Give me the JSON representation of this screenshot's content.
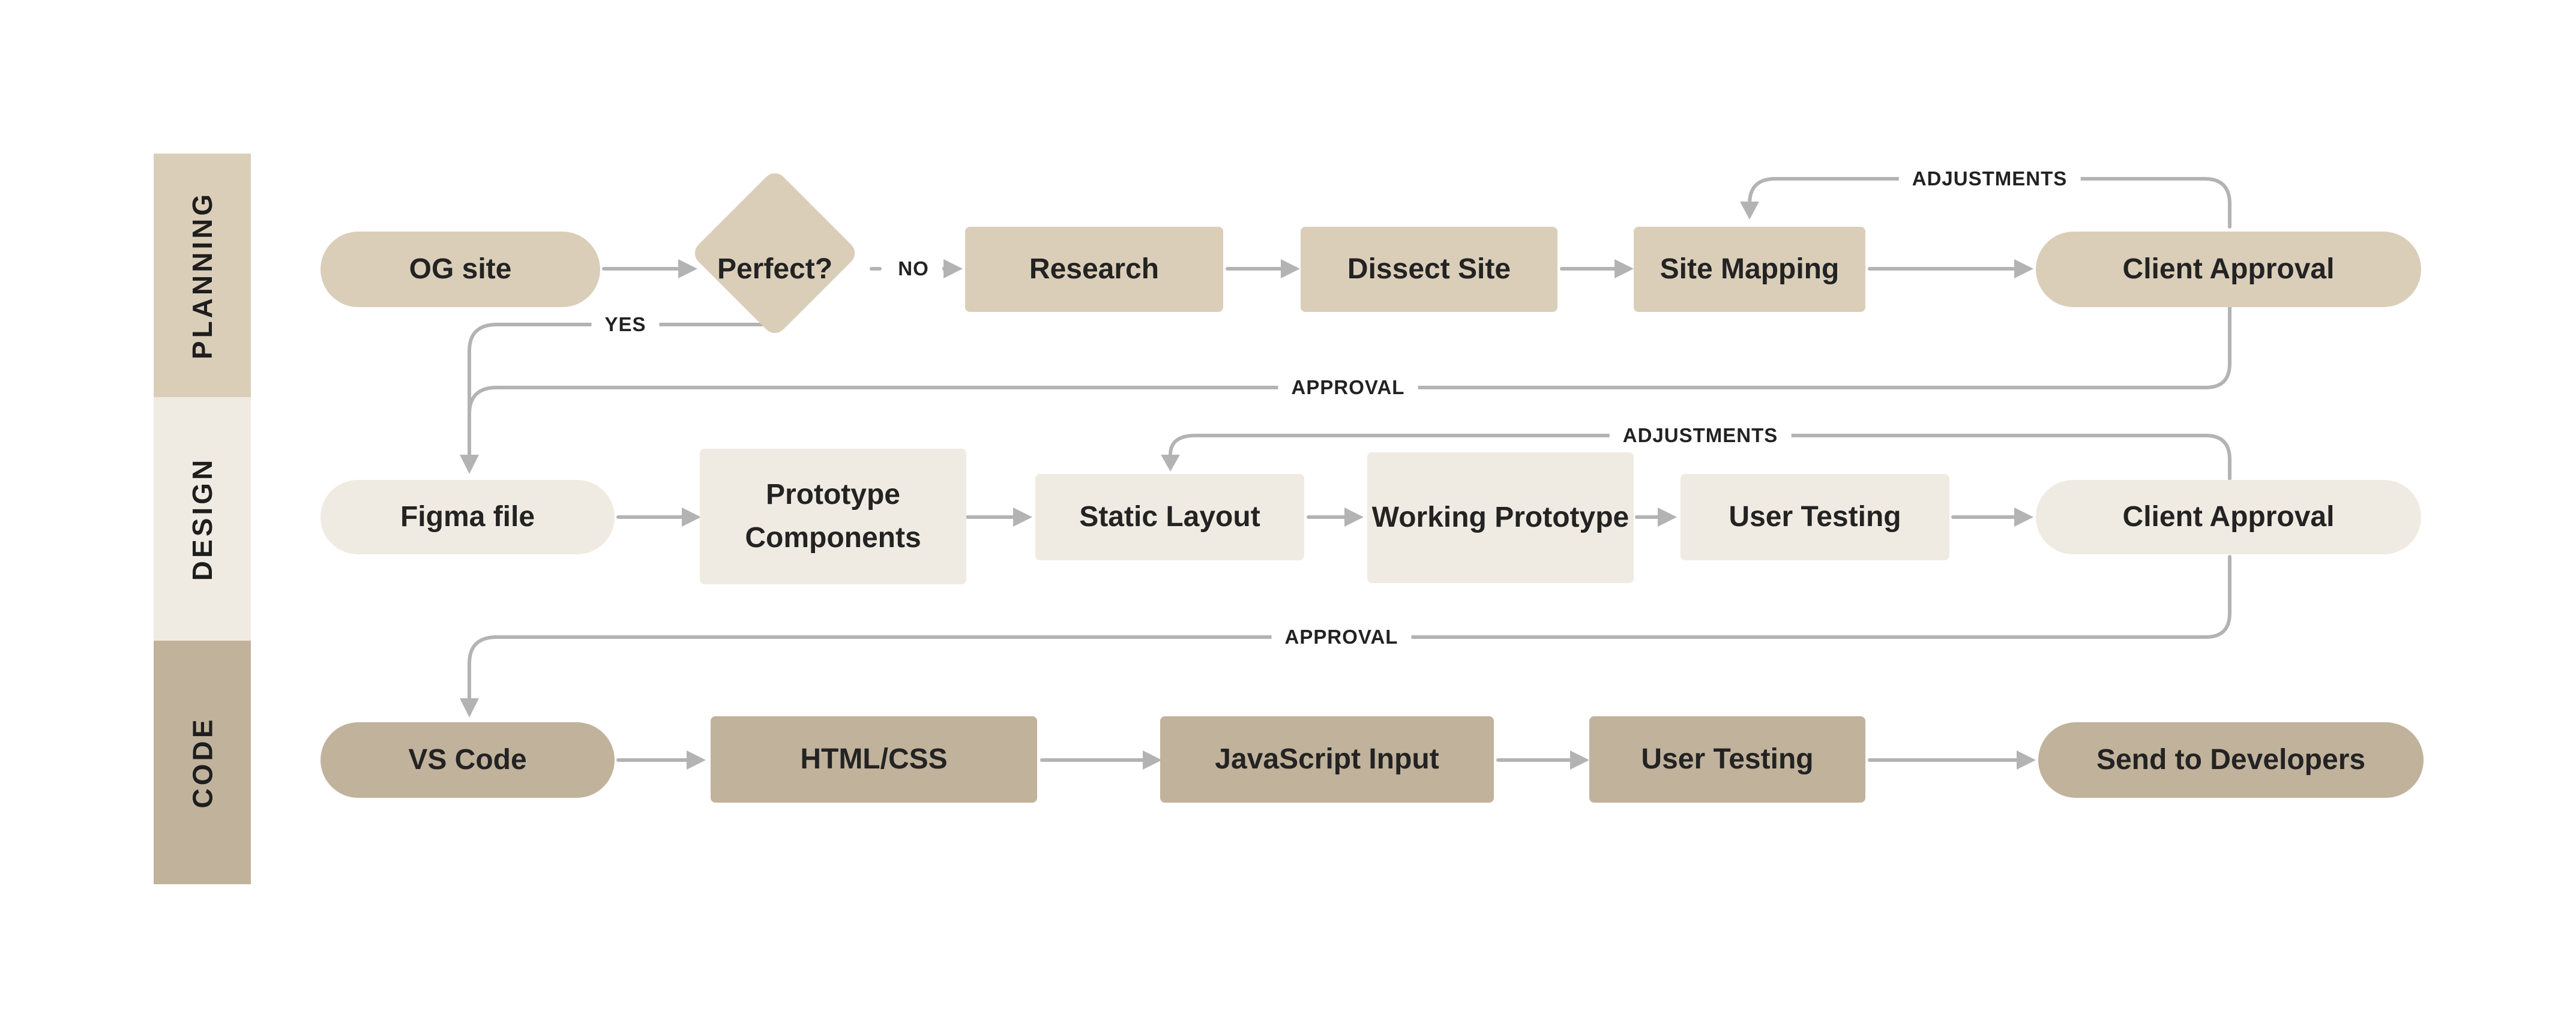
{
  "lanes": {
    "planning": "PLANNING",
    "design": "DESIGN",
    "code": "CODE"
  },
  "nodes": {
    "og_site": "OG site",
    "perfect": "Perfect?",
    "research": "Research",
    "dissect_site": "Dissect Site",
    "site_mapping": "Site Mapping",
    "client_approval_planning": "Client Approval",
    "figma_file": "Figma file",
    "prototype_components": "Prototype Components",
    "static_layout": "Static Layout",
    "working_prototype": "Working Prototype",
    "user_testing_design": "User Testing",
    "client_approval_design": "Client Approval",
    "vs_code": "VS Code",
    "html_css": "HTML/CSS",
    "javascript_input": "JavaScript Input",
    "user_testing_code": "User Testing",
    "send_to_developers": "Send to Developers"
  },
  "edge_labels": {
    "no": "NO",
    "yes": "YES",
    "adjustments_planning": "ADJUSTMENTS",
    "approval_planning": "APPROVAL",
    "adjustments_design": "ADJUSTMENTS",
    "approval_design": "APPROVAL"
  },
  "colors": {
    "planning": "#dbceb9",
    "design": "#f0ebe2",
    "code": "#c1b29c",
    "connector": "#b3b3b3",
    "text": "#232323"
  }
}
